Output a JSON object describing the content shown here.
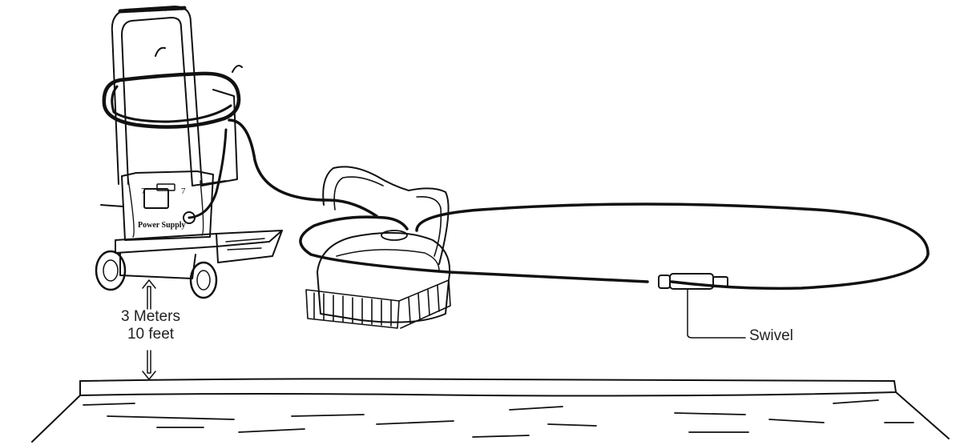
{
  "labels": {
    "distance_meters": "3 Meters",
    "distance_feet": "10 feet",
    "swivel": "Swivel"
  },
  "power_supply": {
    "brand_text": "Power Supply",
    "marker_left": "7",
    "marker_right": "7"
  },
  "colors": {
    "line": "#111111",
    "text": "#222222",
    "background": "#ffffff"
  }
}
